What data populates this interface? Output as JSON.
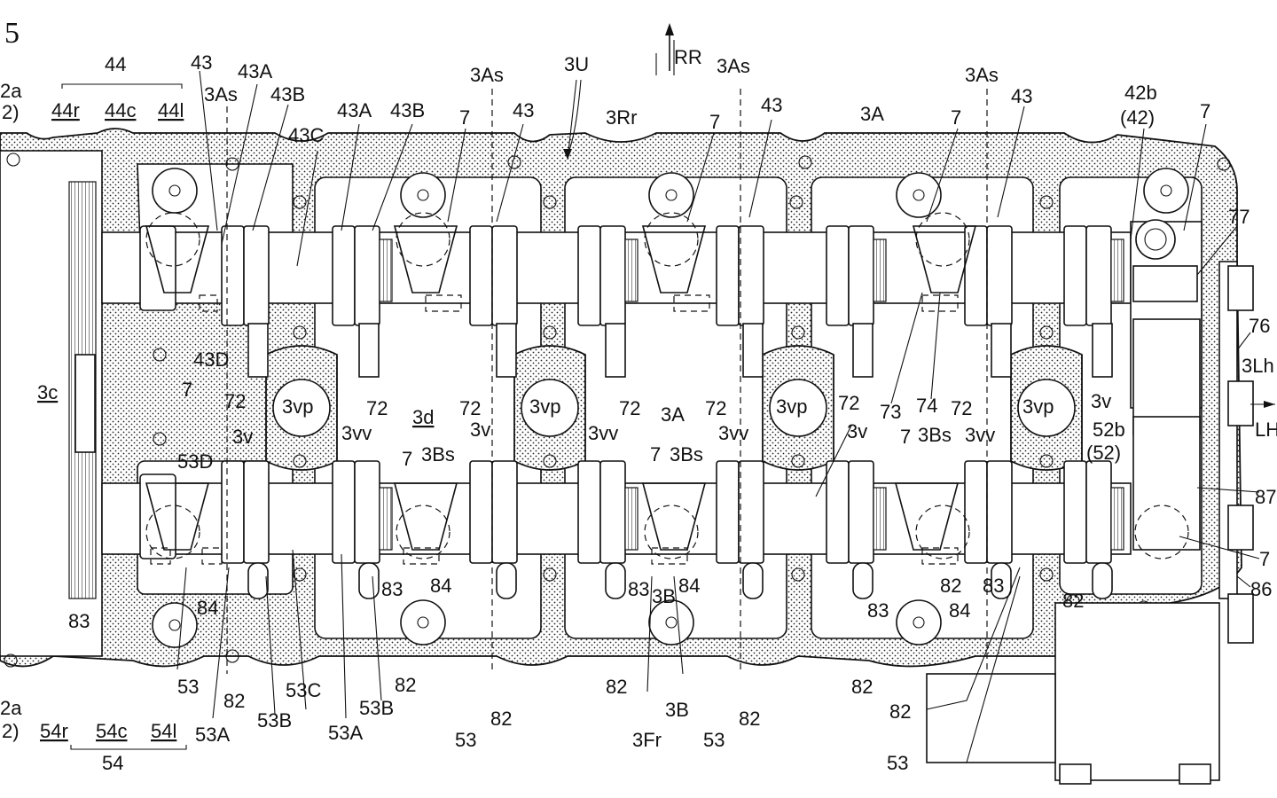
{
  "figure": {
    "number": "5"
  },
  "direction": {
    "label": "RR"
  },
  "labels": {
    "l_44": "44",
    "l_43_a": "43",
    "l_2a_top": "2a",
    "l_2_top": "2)",
    "l_43A_a": "43A",
    "l_3As_a": "3As",
    "l_43B_a": "43B",
    "l_44r": "44r",
    "l_44c": "44c",
    "l_44l": "44l",
    "l_43C": "43C",
    "l_43A_b": "43A",
    "l_43B_b": "43B",
    "l_3As_b": "3As",
    "l_7_a": "7",
    "l_43_b": "43",
    "l_3U": "3U",
    "l_3Rr": "3Rr",
    "l_3As_c": "3As",
    "l_7_b": "7",
    "l_43_c": "43",
    "l_3A_a": "3A",
    "l_7_c": "7",
    "l_3As_d": "3As",
    "l_43_d": "43",
    "l_42b": "42b",
    "l_42p": "(42)",
    "l_7_d": "7",
    "l_77": "77",
    "l_76": "76",
    "l_3Lh": "3Lh",
    "l_Lh": "LH",
    "l_43D": "43D",
    "l_7_e": "7",
    "l_72_a": "72",
    "l_3c": "3c",
    "l_53D": "53D",
    "l_3v_a": "3v",
    "l_3vp_a": "3vp",
    "l_72_b": "72",
    "l_3vv_a": "3vv",
    "l_3d": "3d",
    "l_72_c": "72",
    "l_3v_b": "3v",
    "l_3vp_b": "3vp",
    "l_3vv_b": "3vv",
    "l_72_d": "72",
    "l_3A_b": "3A",
    "l_72_e": "72",
    "l_3vv_c": "3vv",
    "l_3vp_c": "3vp",
    "l_72_f": "72",
    "l_73": "73",
    "l_74": "74",
    "l_72_g": "72",
    "l_3v_c": "3v",
    "l_3vv_d": "3vv",
    "l_3vp_d": "3vp",
    "l_3v_d": "3v",
    "l_52b": "52b",
    "l_52p": "(52)",
    "l_87": "87",
    "l_7_f": "7",
    "l_3Bs_a": "3Bs",
    "l_7_g": "7",
    "l_3Bs_b": "3Bs",
    "l_7_h": "7",
    "l_3Bs_c": "3Bs",
    "l_83_a": "83",
    "l_84_a": "84",
    "l_83_b": "83",
    "l_84_b": "84",
    "l_83_c": "83",
    "l_84_c": "84",
    "l_83_d": "83",
    "l_84_d": "84",
    "l_82_a": "82",
    "l_7_i": "7",
    "l_86": "86",
    "l_2a_bot": "2a",
    "l_2_bot": "2)",
    "l_54r": "54r",
    "l_54c": "54c",
    "l_54l": "54l",
    "l_54": "54",
    "l_53_a": "53",
    "l_53A_a": "53A",
    "l_82_b": "82",
    "l_53B_a": "53B",
    "l_53C": "53C",
    "l_53A_b": "53A",
    "l_53B_b": "53B",
    "l_82_c": "82",
    "l_53_b": "53",
    "l_82_d": "82",
    "l_82_e": "82",
    "l_3B_a": "3B",
    "l_3B_b": "3B",
    "l_3Fr": "3Fr",
    "l_53_c": "53",
    "l_82_f": "82",
    "l_82_g": "82",
    "l_82_h": "82",
    "l_53_d": "53",
    "l_82_i": "82",
    "l_83_e": "83"
  }
}
